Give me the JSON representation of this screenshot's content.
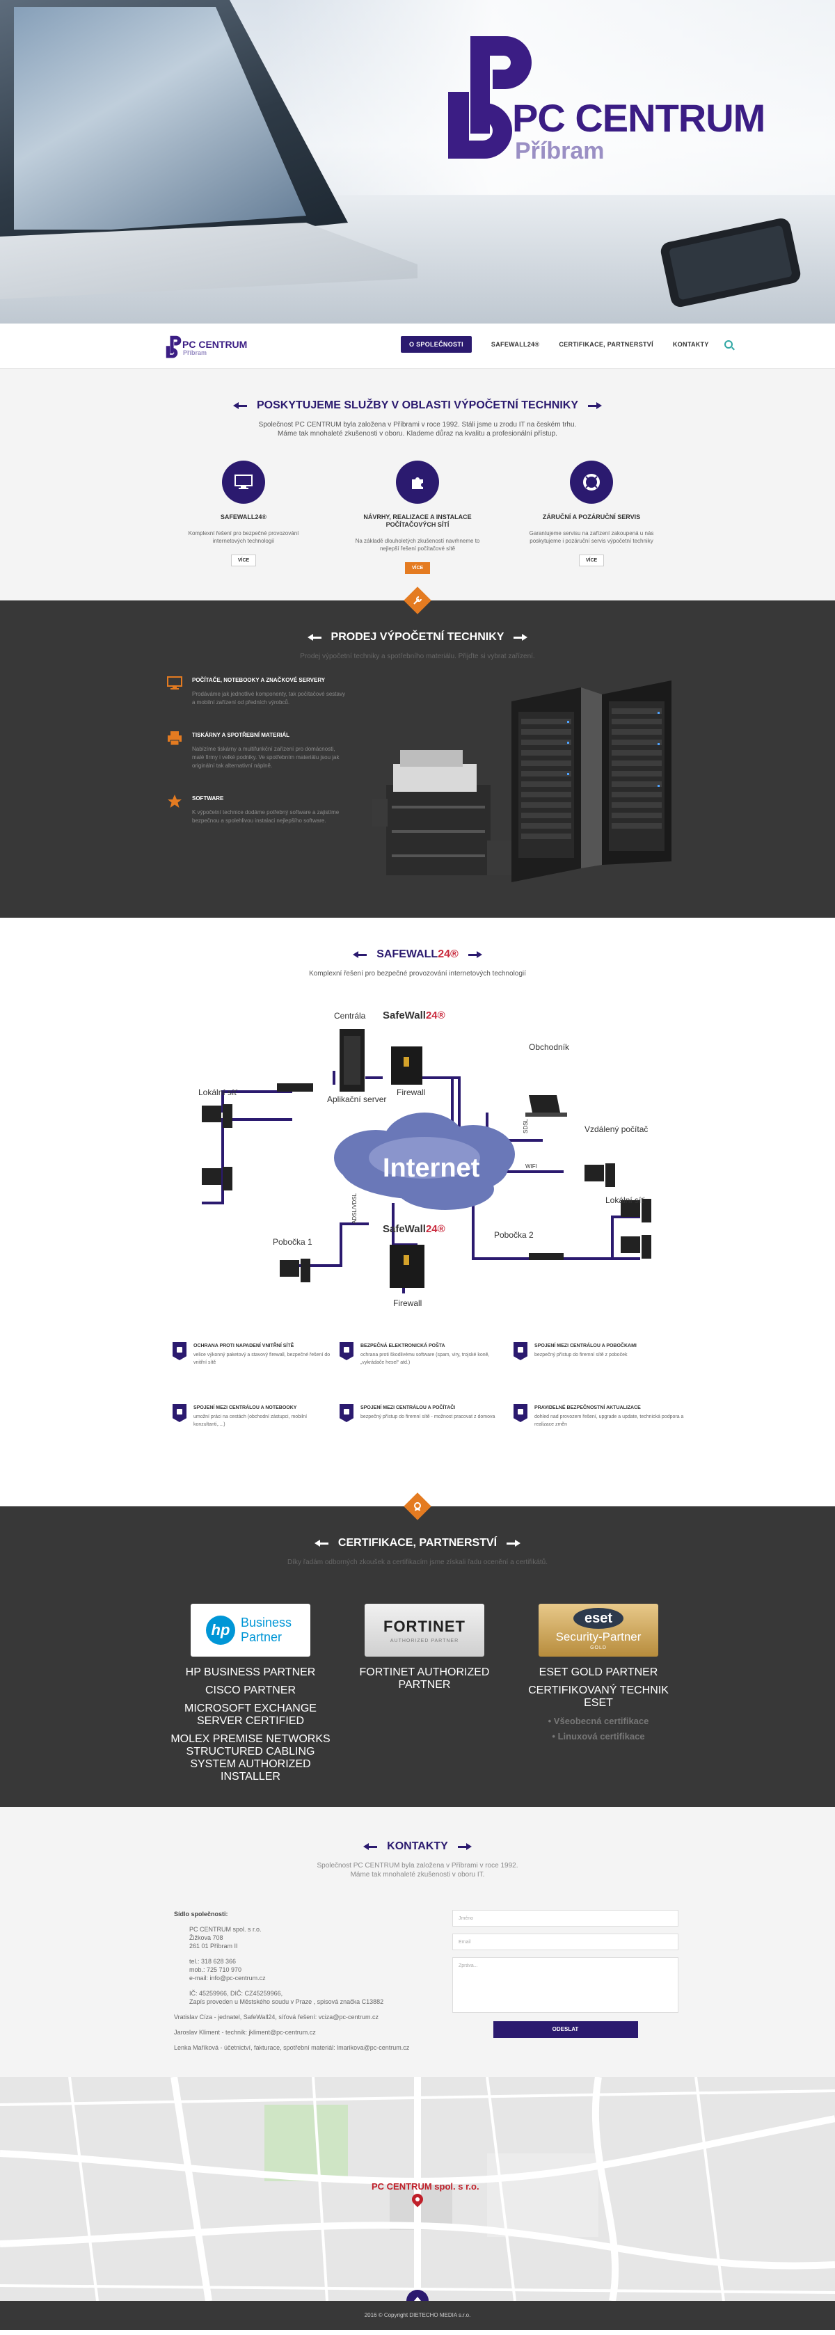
{
  "brand": {
    "name": "PC CENTRUM",
    "city": "Příbram"
  },
  "nav": {
    "items": [
      "O SPOLEČNOSTI",
      "SAFEWALL24®",
      "CERTIFIKACE, PARTNERSTVÍ",
      "KONTAKTY"
    ]
  },
  "services": {
    "title": "POSKYTUJEME SLUŽBY V OBLASTI VÝPOČETNÍ TECHNIKY",
    "intro_1": "Společnost PC CENTRUM byla založena v Příbrami v roce 1992. Stáli jsme u zrodu IT na českém trhu.",
    "intro_2": "Máme tak mnohaleté zkušenosti v oboru. Klademe důraz na kvalitu a profesionální přístup.",
    "items": [
      {
        "title": "SAFEWALL24®",
        "text": "Komplexní řešení pro bezpečné provozování internetových technologií",
        "button": "VÍCE"
      },
      {
        "title": "NÁVRHY, REALIZACE A INSTALACE POČÍTAČOVÝCH SÍTÍ",
        "text": "Na základě dlouholetých zkušeností navrhneme to nejlepší řešení počítačové sítě",
        "button": "VÍCE"
      },
      {
        "title": "ZÁRUČNÍ A POZÁRUČNÍ SERVIS",
        "text": "Garantujeme servisu na zařízení zakoupená u nás poskytujeme i pozáruční servis výpočetní techniky",
        "button": "VÍCE"
      }
    ]
  },
  "sales": {
    "title": "PRODEJ VÝPOČETNÍ TECHNIKY",
    "subtitle": "Prodej výpočetní techniky a spotřebního materiálu. Přijďte si vybrat zařízení.",
    "items": [
      {
        "title": "POČÍTAČE, NOTEBOOKY A ZNAČKOVÉ SERVERY",
        "text": "Prodáváme jak jednotlivé komponenty, tak počítačové sestavy a mobilní zařízení od předních výrobců."
      },
      {
        "title": "TISKÁRNY A SPOTŘEBNÍ MATERIÁL",
        "text": "Nabízíme tiskárny a multifunkční zařízení pro domácnosti, malé firmy i velké podniky. Ve spotřebním materiálu jsou jak originální tak alternativní náplně."
      },
      {
        "title": "SOFTWARE",
        "text": "K výpočetní technice dodáme potřebný software a zajistíme bezpečnou a spolehlivou instalaci nejlepšího software."
      }
    ]
  },
  "safewall": {
    "title_a": "SAFEWALL",
    "title_b": "24®",
    "subtitle": "Komplexní řešení pro bezpečné provozování internetových technologií",
    "diagram": {
      "centrala": "Centrála",
      "safewall_a": "SafeWall",
      "safewall_b": "24®",
      "obchodnik": "Obchodník",
      "lokalni_sit": "Lokální síť",
      "aplikacni_server": "Aplikační server",
      "firewall": "Firewall",
      "vzdaleny_pocitac": "Vzdálený počítač",
      "internet": "Internet",
      "pobocka_1": "Pobočka 1",
      "pobocka_2": "Pobočka 2",
      "wifi": "WIFI",
      "adsl": "ADSL/VDSL",
      "sdsl": "SDSL"
    },
    "features": [
      {
        "title": "OCHRANA PROTI NAPADENÍ VNITŘNÍ SÍTĚ",
        "text": "velice výkonný paketový a stavový firewall, bezpečné řešení do vnitřní sítě"
      },
      {
        "title": "BEZPEČNÁ ELEKTRONICKÁ POŠTA",
        "text": "ochrana proti škodlivému software (spam, viry, trojské koně, „vykrádače hesel“ atd.)"
      },
      {
        "title": "SPOJENÍ MEZI CENTRÁLOU A POBOČKAMI",
        "text": "bezpečný přístup do firemní sítě z poboček"
      },
      {
        "title": "SPOJENÍ MEZI CENTRÁLOU A NOTEBOOKY",
        "text": "umožní práci na cestách (obchodní zástupci, mobilní konzultanti,....)"
      },
      {
        "title": "SPOJENÍ MEZI CENTRÁLOU A POČÍTAČI",
        "text": "bezpečný přístup do firemní sítě - možnost pracovat z domova"
      },
      {
        "title": "PRAVIDELNÉ BEZPEČNOSTNÍ AKTUALIZACE",
        "text": "dohled nad provozem řešení, upgrade a update, technická podpora a realizace změn"
      }
    ]
  },
  "certs": {
    "title": "CERTIFIKACE, PARTNERSTVÍ",
    "subtitle": "Díky řadám odborných zkoušek a certifikacím jsme získali řadu ocenění a certifikátů.",
    "logos": {
      "hp_a": "Business",
      "hp_b": "Partner",
      "fortinet_a": "FORTINET",
      "fortinet_b": "AUTHORIZED PARTNER",
      "eset_a": "eset",
      "eset_b": "Security-Partner",
      "eset_c": "GOLD"
    },
    "col1": [
      "HP BUSINESS PARTNER",
      "CISCO PARTNER",
      "MICROSOFT EXCHANGE SERVER CERTIFIED",
      "MOLEX PREMISE NETWORKS STRUCTURED CABLING SYSTEM AUTHORIZED INSTALLER"
    ],
    "col2": [
      "FORTINET AUTHORIZED PARTNER"
    ],
    "col3": [
      "ESET GOLD PARTNER",
      "CERTIFIKOVANÝ TECHNIK ESET"
    ],
    "col3_dim": [
      "• Všeobecná certifikace",
      "• Linuxová certifikace"
    ]
  },
  "contacts": {
    "title": "KONTAKTY",
    "intro_1": "Společnost PC CENTRUM byla založena v Příbrami v roce 1992.",
    "intro_2": "Máme tak mnohaleté zkušenosti v oboru IT.",
    "seat_label": "Sídlo společnosti:",
    "address": [
      "PC CENTRUM spol. s r.o.",
      "Žižkova 708",
      "261 01   Příbram II"
    ],
    "phones": [
      "tel.: 318 628 366",
      "mob.: 725 710 970",
      "e-mail: info@pc-centrum.cz"
    ],
    "reg": [
      "IČ: 45259966, DIČ: CZ45259966,",
      "Zapís proveden u Městského soudu v Praze , spisová značka C13882"
    ],
    "people": [
      "Vratislav Cíza - jednatel, SafeWall24, síťová řešení: vciza@pc-centrum.cz",
      "Jaroslav Kliment - technik: jkliment@pc-centrum.cz",
      "Lenka Maříková - účetnictví, fakturace, spotřební materiál: lmarikova@pc-centrum.cz"
    ],
    "form": {
      "name": "Jméno",
      "email": "Email",
      "message": "Zpráva...",
      "submit": "ODESLAT"
    }
  },
  "map": {
    "label": "PC CENTRUM spol. s r.o."
  },
  "footer": {
    "text": "2016 © Copyright DIETECHO MEDIA s.r.o."
  },
  "colors": {
    "purple": "#2b1a6f",
    "orange": "#e47b21",
    "dark": "#383838",
    "red": "#c9293c"
  }
}
